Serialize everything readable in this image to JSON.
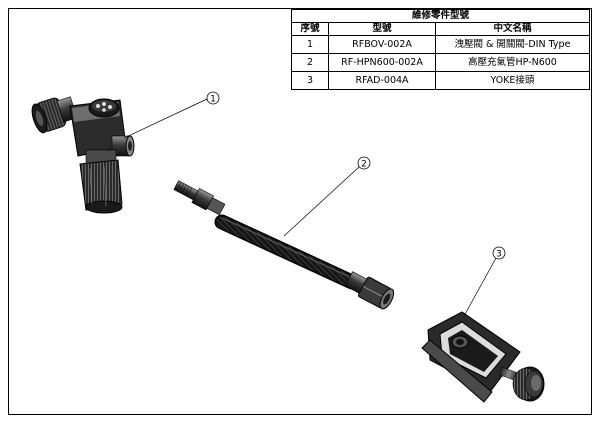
{
  "table": {
    "title": "維修零件型號",
    "headers": {
      "seq": "序號",
      "model": "型號",
      "name": "中文名稱"
    },
    "rows": [
      {
        "seq": "1",
        "model": "RFBOV-002A",
        "name": "洩壓閥 & 開關閥-DIN Type"
      },
      {
        "seq": "2",
        "model": "RF-HPN600-002A",
        "name": "高壓充氣管HP-N600"
      },
      {
        "seq": "3",
        "model": "RFAD-004A",
        "name": "YOKE接頭"
      }
    ]
  },
  "balloons": [
    "1",
    "2",
    "3"
  ]
}
